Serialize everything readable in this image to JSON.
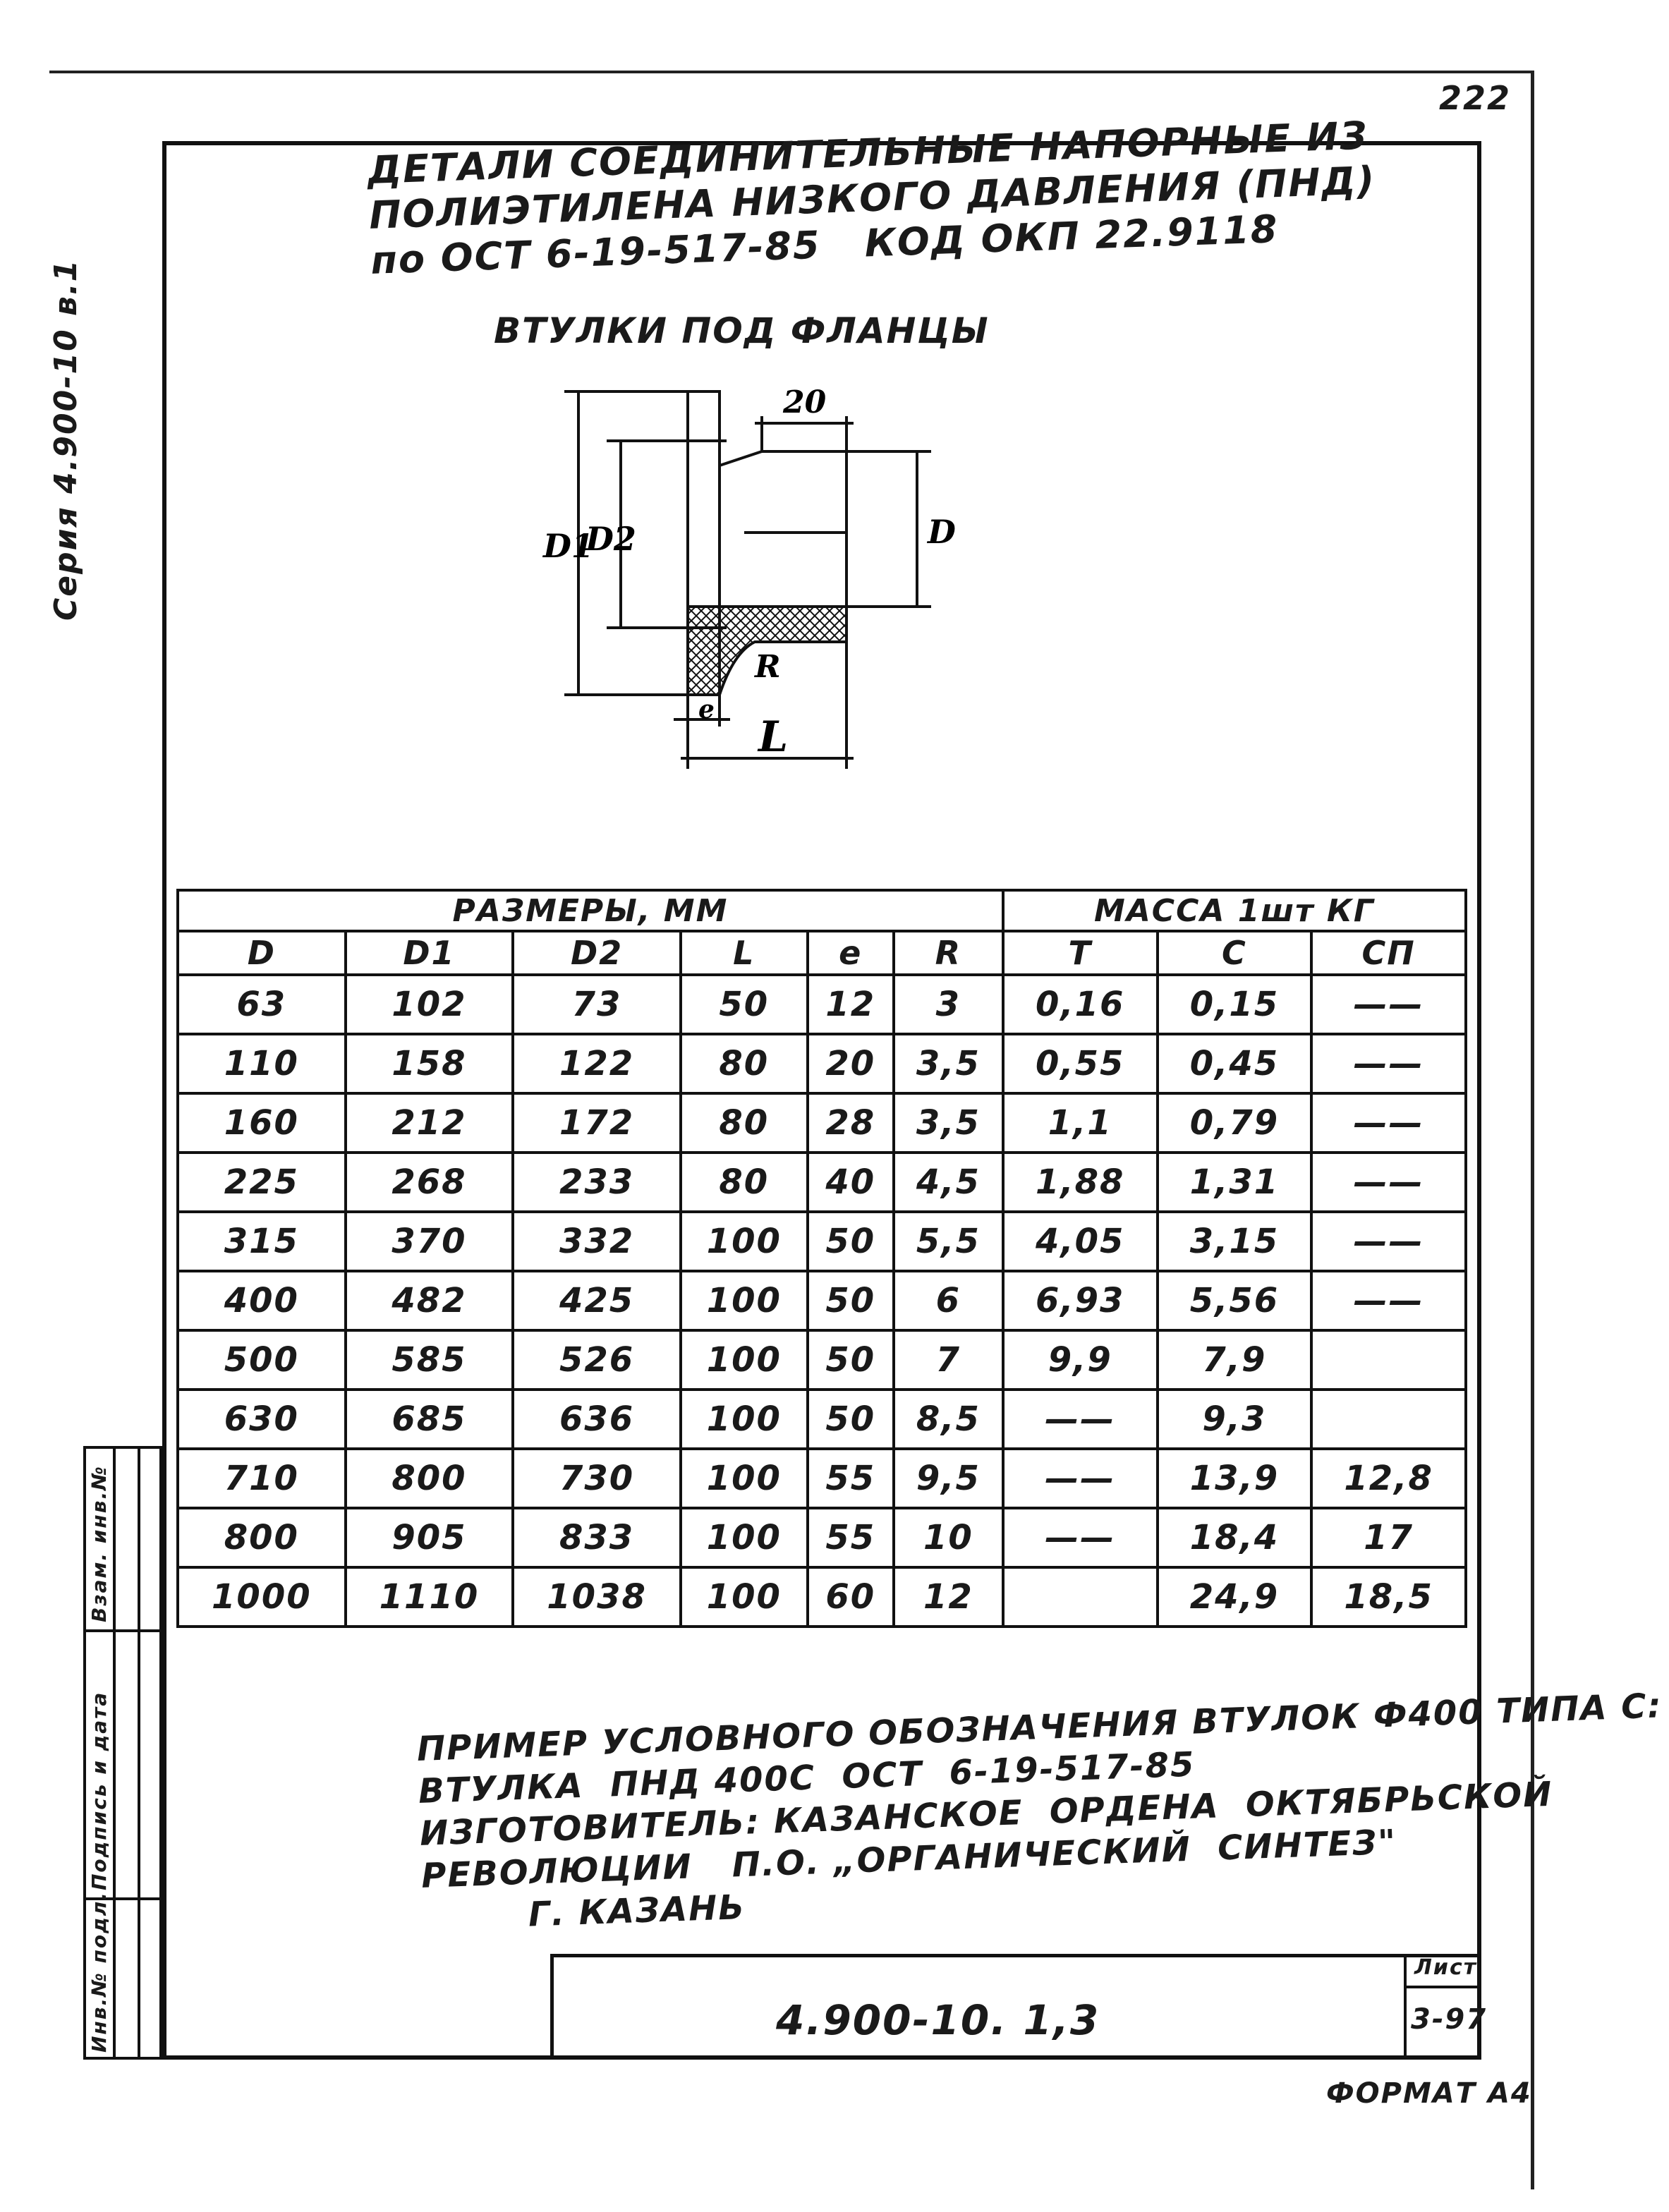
{
  "header": {
    "sheet_number": "222",
    "series": "Серия 4.900-10 в.1",
    "title": "ДЕТАЛИ СОЕДИНИТЕЛЬНЫЕ НАПОРНЫЕ ИЗ\nПОЛИЭТИЛЕНА НИЗКОГО ДАВЛЕНИЯ (ПНД)\nпо ОСТ 6-19-517-85   КОД ОКП 22.9118",
    "subtitle": "ВТУЛКИ ПОД ФЛАНЦЫ"
  },
  "drawing": {
    "dim_20": "20",
    "label_D": "D",
    "label_D1": "D1",
    "label_D2": "D2",
    "label_R": "R",
    "label_e": "e",
    "label_L": "L"
  },
  "table": {
    "group_sizes": "РАЗМЕРЫ, ММ",
    "group_mass": "МАССА 1шт КГ",
    "columns": [
      "D",
      "D1",
      "D2",
      "L",
      "e",
      "R",
      "Т",
      "С",
      "СП"
    ],
    "rows": [
      [
        "63",
        "102",
        "73",
        "50",
        "12",
        "3",
        "0,16",
        "0,15",
        "——"
      ],
      [
        "110",
        "158",
        "122",
        "80",
        "20",
        "3,5",
        "0,55",
        "0,45",
        "——"
      ],
      [
        "160",
        "212",
        "172",
        "80",
        "28",
        "3,5",
        "1,1",
        "0,79",
        "——"
      ],
      [
        "225",
        "268",
        "233",
        "80",
        "40",
        "4,5",
        "1,88",
        "1,31",
        "——"
      ],
      [
        "315",
        "370",
        "332",
        "100",
        "50",
        "5,5",
        "4,05",
        "3,15",
        "——"
      ],
      [
        "400",
        "482",
        "425",
        "100",
        "50",
        "6",
        "6,93",
        "5,56",
        "——"
      ],
      [
        "500",
        "585",
        "526",
        "100",
        "50",
        "7",
        "9,9",
        "7,9",
        ""
      ],
      [
        "630",
        "685",
        "636",
        "100",
        "50",
        "8,5",
        "——",
        "9,3",
        ""
      ],
      [
        "710",
        "800",
        "730",
        "100",
        "55",
        "9,5",
        "——",
        "13,9",
        "12,8"
      ],
      [
        "800",
        "905",
        "833",
        "100",
        "55",
        "10",
        "——",
        "18,4",
        "17"
      ],
      [
        "1000",
        "1110",
        "1038",
        "100",
        "60",
        "12",
        "",
        "24,9",
        "18,5"
      ]
    ]
  },
  "example": {
    "text": "ПРИМЕР УСЛОВНОГО ОБОЗНАЧЕНИЯ ВТУЛОК Ф400 ТИПА С:\nВТУЛКА  ПНД 400С  ОСТ  6-19-517-85\nИЗГОТОВИТЕЛЬ: КАЗАНСКОЕ  ОРДЕНА  ОКТЯБРЬСКОЙ\nРЕВОЛЮЦИИ   П.О. „ОРГАНИЧЕСКИЙ  СИНТЕЗ\"\n        Г. КАЗАНЬ"
  },
  "stamp": {
    "code": "4.900-10. 1,3",
    "sheet_label": "Лист",
    "sheet_value": "3-97"
  },
  "side_strip": {
    "inv_orig": "Инв.№ подл.",
    "sign_date": "Подпись и дата",
    "inv_dup": "Взам. инв.№"
  },
  "footer": {
    "format": "ФОРМАТ А4"
  }
}
